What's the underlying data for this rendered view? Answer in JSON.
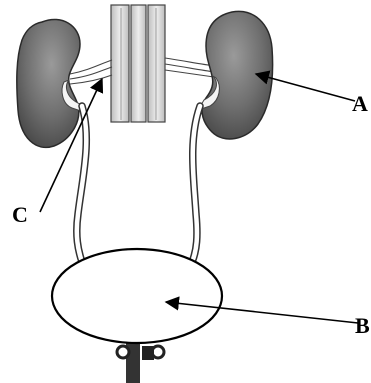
{
  "diagram": {
    "labels": {
      "a": "A",
      "b": "B",
      "c": "C"
    }
  }
}
